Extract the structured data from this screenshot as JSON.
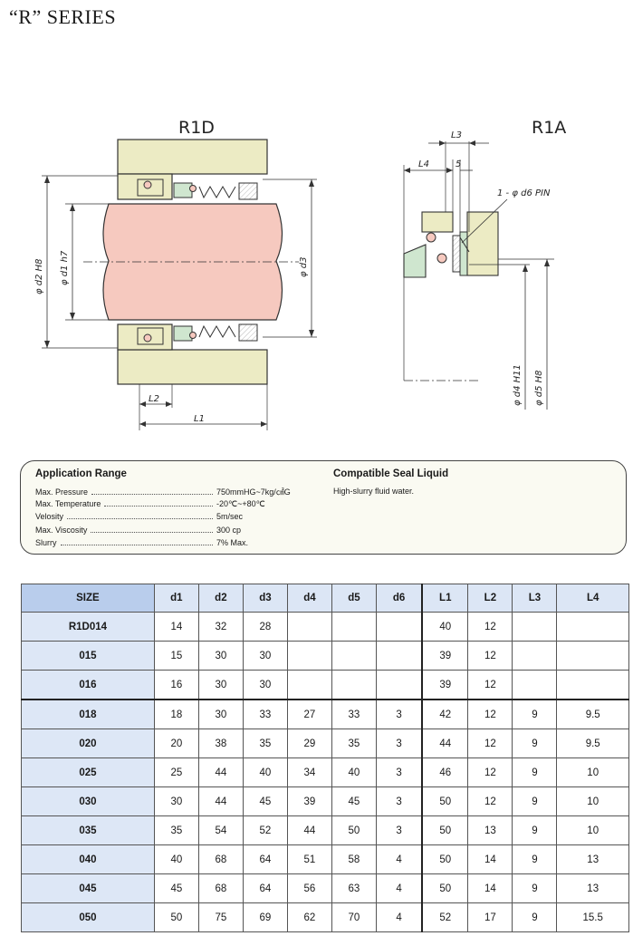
{
  "title": "“R” SERIES",
  "drawing": {
    "r1d": {
      "label": "R1D",
      "dims": {
        "d2": "φ d2 H8",
        "d1": "φ d1 h7",
        "d3": "φ d3",
        "L2": "L2",
        "L1": "L1"
      }
    },
    "r1a": {
      "label": "R1A",
      "dims": {
        "L3": "L3",
        "L4": "L4",
        "five": "5",
        "pin": "1 - φ d6 PIN",
        "d4": "φ d4 H11",
        "d5": "φ d5 H8"
      }
    }
  },
  "application": {
    "heading": "Application Range",
    "rows": [
      {
        "label": "Max. Pressure",
        "value": "750mmHG~7kg/㎠G"
      },
      {
        "label": "Max. Temperature",
        "value": "-20℃~+80℃"
      },
      {
        "label": "Velosity",
        "value": "5m/sec"
      },
      {
        "label": "Max. Viscosity",
        "value": "300 cp"
      },
      {
        "label": "Slurry",
        "value": "7% Max."
      }
    ],
    "liquid_heading": "Compatible Seal Liquid",
    "liquid_text": "High-slurry fluid water."
  },
  "table": {
    "headers": [
      "SIZE",
      "d1",
      "d2",
      "d3",
      "d4",
      "d5",
      "d6",
      "L1",
      "L2",
      "L3",
      "L4"
    ],
    "rows": [
      [
        "R1D014",
        "14",
        "32",
        "28",
        "",
        "",
        "",
        "40",
        "12",
        "",
        ""
      ],
      [
        "015",
        "15",
        "30",
        "30",
        "",
        "",
        "",
        "39",
        "12",
        "",
        ""
      ],
      [
        "016",
        "16",
        "30",
        "30",
        "",
        "",
        "",
        "39",
        "12",
        "",
        ""
      ],
      [
        "018",
        "18",
        "30",
        "33",
        "27",
        "33",
        "3",
        "42",
        "12",
        "9",
        "9.5"
      ],
      [
        "020",
        "20",
        "38",
        "35",
        "29",
        "35",
        "3",
        "44",
        "12",
        "9",
        "9.5"
      ],
      [
        "025",
        "25",
        "44",
        "40",
        "34",
        "40",
        "3",
        "46",
        "12",
        "9",
        "10"
      ],
      [
        "030",
        "30",
        "44",
        "45",
        "39",
        "45",
        "3",
        "50",
        "12",
        "9",
        "10"
      ],
      [
        "035",
        "35",
        "54",
        "52",
        "44",
        "50",
        "3",
        "50",
        "13",
        "9",
        "10"
      ],
      [
        "040",
        "40",
        "68",
        "64",
        "51",
        "58",
        "4",
        "50",
        "14",
        "9",
        "13"
      ],
      [
        "045",
        "45",
        "68",
        "64",
        "56",
        "63",
        "4",
        "50",
        "14",
        "9",
        "13"
      ],
      [
        "050",
        "50",
        "75",
        "69",
        "62",
        "70",
        "4",
        "52",
        "17",
        "9",
        "15.5"
      ]
    ]
  },
  "colors": {
    "housing": "#ecebc4",
    "shaft": "#f6c9bf",
    "gland": "#cfe6cf",
    "header": "#dce6f5",
    "size_col": "#dde7f6"
  }
}
